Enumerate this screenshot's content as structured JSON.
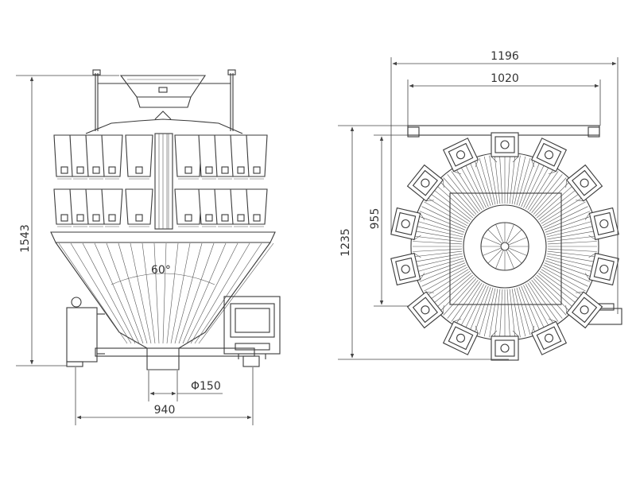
{
  "drawing": {
    "front_view": {
      "height_label": "1543",
      "width_label": "940",
      "outlet_diameter_label": "Φ150",
      "cone_angle_label": "60°"
    },
    "top_view": {
      "overall_width_label": "1196",
      "inner_width_label": "1020",
      "overall_depth_label": "1235",
      "inner_depth_label": "955",
      "bucket_count": 14
    }
  }
}
